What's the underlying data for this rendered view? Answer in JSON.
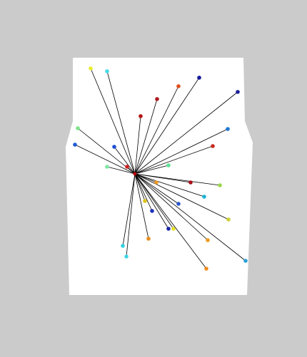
{
  "scene": {
    "background_color": "#cbcbcb",
    "panel_color": "#ffffff",
    "line_color": "#000000",
    "hub_color": "#b5080a"
  },
  "spokes": [
    {
      "id": "1",
      "color": "#e8ee2a"
    },
    {
      "id": "2",
      "color": "#43dbe6"
    },
    {
      "id": "3",
      "color": "#10179b"
    },
    {
      "id": "4",
      "color": "#e14d1c"
    },
    {
      "id": "5",
      "color": "#1b1f9b"
    },
    {
      "id": "6",
      "color": "#b0191c"
    },
    {
      "id": "7",
      "color": "#b51212"
    },
    {
      "id": "8",
      "color": "#1e78d6"
    },
    {
      "id": "9",
      "color": "#7de489"
    },
    {
      "id": "10",
      "color": "#1e5bd3"
    },
    {
      "id": "11",
      "color": "#c8291d"
    },
    {
      "id": "12",
      "color": "#1d4fd0"
    },
    {
      "id": "13",
      "color": "#7fe8a3"
    },
    {
      "id": "14",
      "color": "#5fe296"
    },
    {
      "id": "15",
      "color": "#d0231f"
    },
    {
      "id": "16",
      "color": "#9ad54b"
    },
    {
      "id": "17",
      "color": "#a8101a"
    },
    {
      "id": "18",
      "color": "#1bb3d6"
    },
    {
      "id": "19",
      "color": "#2d56c9"
    },
    {
      "id": "20",
      "color": "#c9d234"
    },
    {
      "id": "21",
      "color": "#e0c21c"
    },
    {
      "id": "22",
      "color": "#1d2fb8"
    },
    {
      "id": "23",
      "color": "#e8e026"
    },
    {
      "id": "24",
      "color": "#1a27a8"
    },
    {
      "id": "25",
      "color": "#ec9a26"
    },
    {
      "id": "26",
      "color": "#ea8c1d"
    },
    {
      "id": "27",
      "color": "#ec9a1e"
    },
    {
      "id": "28",
      "color": "#2a9fd8"
    },
    {
      "id": "29",
      "color": "#ee8c1c"
    },
    {
      "id": "30",
      "color": "#35cfe2"
    },
    {
      "id": "31",
      "color": "#3fd6e4"
    }
  ]
}
